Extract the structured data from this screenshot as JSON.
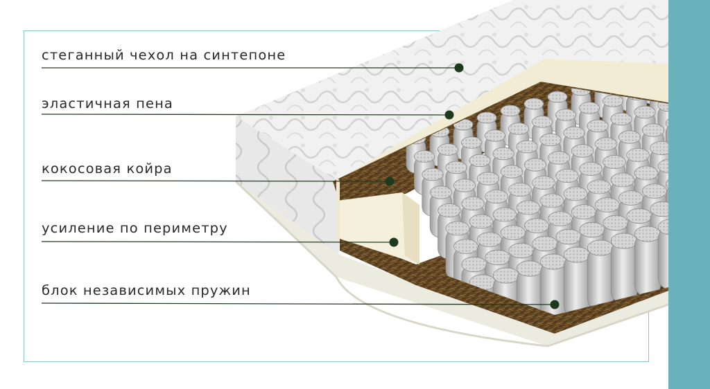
{
  "colors": {
    "accent_teal": "#69b2bc",
    "frame": "#8cc6cc",
    "leader_line": "#1f3d1f",
    "dot": "#1e3a1e",
    "label_text": "#2a2a2a"
  },
  "layers": [
    {
      "id": "cover",
      "label": "стеганный чехол на синтепоне"
    },
    {
      "id": "foam",
      "label": "эластичная пена"
    },
    {
      "id": "coir",
      "label": "кокосовая койра"
    },
    {
      "id": "perimeter",
      "label": "усиление по периметру"
    },
    {
      "id": "springs",
      "label": "блок независимых пружин"
    }
  ]
}
